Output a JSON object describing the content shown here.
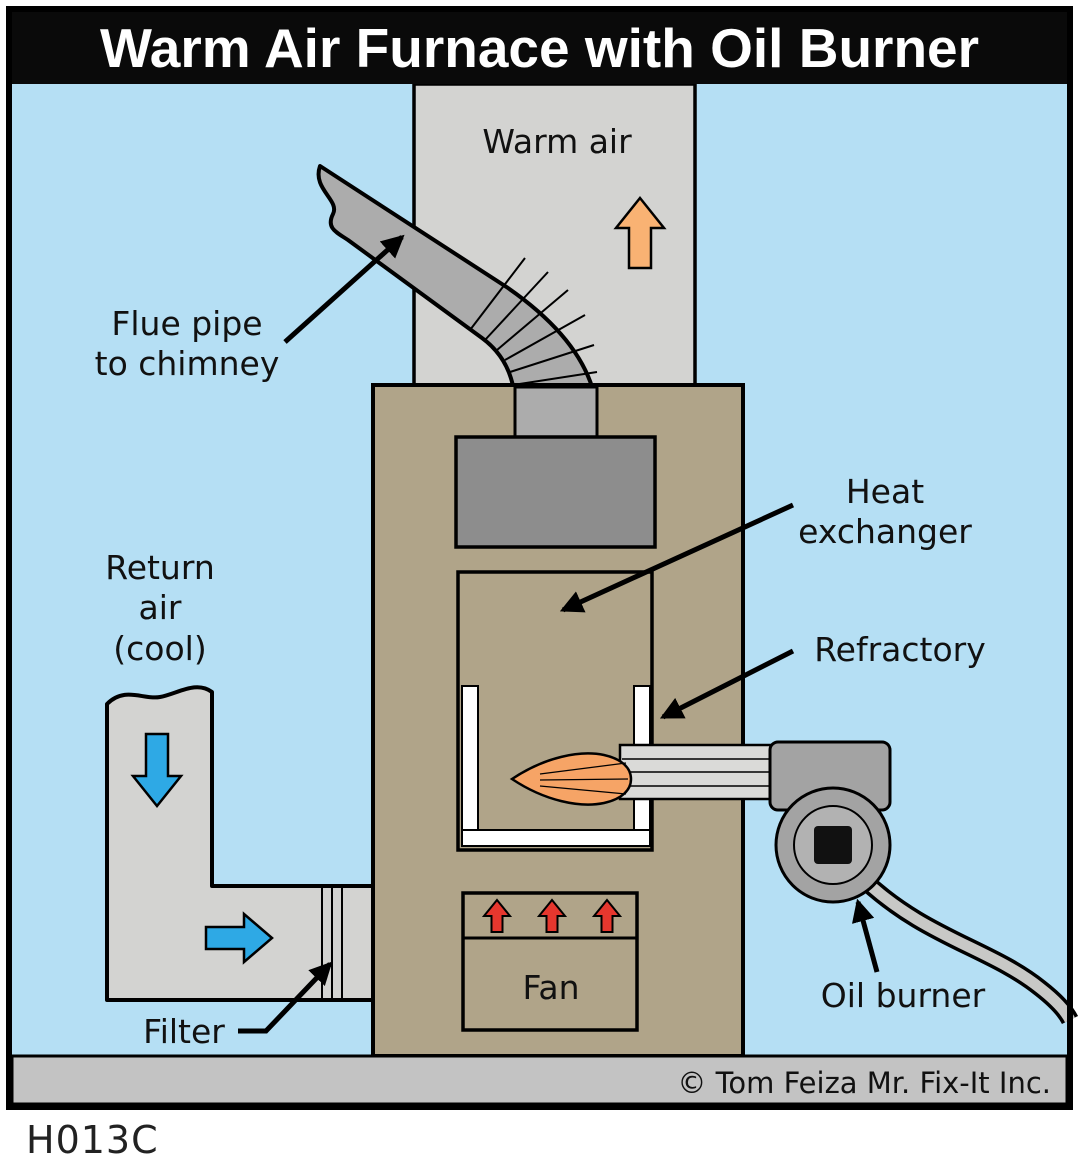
{
  "title": "Warm Air Furnace with Oil Burner",
  "figure_id": "H013C",
  "credit": "©  Tom Feiza Mr. Fix-It Inc.",
  "labels": {
    "warm_air": "Warm air",
    "flue_pipe": "Flue pipe\nto chimney",
    "return_air": "Return\nair\n(cool)",
    "heat_exchanger": "Heat\nexchanger",
    "refractory": "Refractory",
    "oil_burner": "Oil burner",
    "filter": "Filter",
    "fan": "Fan"
  },
  "colors": {
    "bg": "#B5DFF4",
    "furnace": "#B0A489",
    "duct": "#D3D3D1",
    "flue": "#ACACAC",
    "plenum": "#8D8D8D",
    "burner": "#A3A3A3",
    "burner-inner": "#B2B2B2",
    "tube": "#DADAD8",
    "cable": "#C8C8C6",
    "floor": "#C3C3C3",
    "warm-arrow": "#F9B273",
    "cool-arrow": "#2EA9E5",
    "hot-arrow": "#E6372E",
    "flame": "#F6A466",
    "white": "#FFFFFF",
    "outline": "#000000"
  }
}
